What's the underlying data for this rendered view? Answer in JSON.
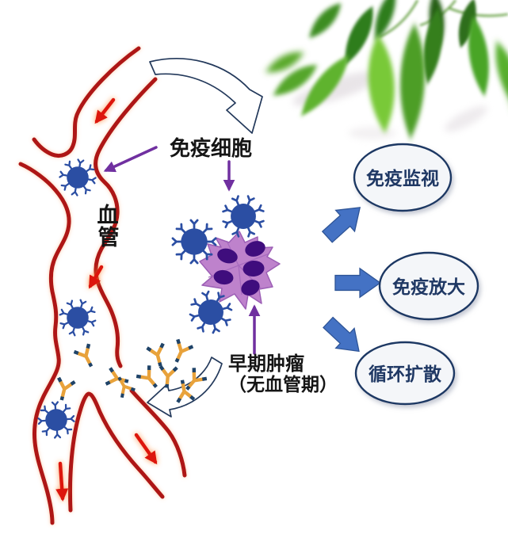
{
  "diagram": {
    "type": "medical-immunology-illustration",
    "labels": {
      "vessel_char1": "血",
      "vessel_char2": "管",
      "immune_cell": "免疫细胞",
      "early_tumor_line1": "早期肿瘤",
      "early_tumor_line2": "（无血管期）",
      "bubble_surveillance": "免疫监视",
      "bubble_amplification": "免疫放大",
      "bubble_circulation": "循环扩散"
    },
    "icons": {
      "immune_cell": "spiked-circle-with-receptors",
      "antibody": "y-shaped-antibody",
      "tumor": "spiky-purple-cell-cluster",
      "blood_vessel": "branched-red-vessel-outline",
      "leaves": "green-leaf-branch",
      "flow_arrow": "red-flow-arrow",
      "pointer_arrow": "purple-pointer-arrow",
      "block_arrow": "blue-block-arrow",
      "curved_arrow": "white-outlined-curved-arrow"
    },
    "colors": {
      "vessel_red": "#AE1418",
      "flow_arrow_red": "#DD1510",
      "immune_cell_blue": "#2B4EA3",
      "antibody_gold": "#E8A23B",
      "antibody_cap_navy": "#1F4368",
      "tumor_body_purple": "#BE82CC",
      "tumor_nucleus_purple": "#3F0D7D",
      "pointer_arrow_purple": "#7030A0",
      "block_arrow_blue": "#4472C4",
      "block_arrow_edge": "#2F5597",
      "bubble_border_navy": "#1F3864",
      "bubble_fill": "#F4F6F9",
      "leaf_green_bright": "#79C938",
      "leaf_green_dark": "#2F7D1C",
      "label_text": "#151515"
    }
  }
}
